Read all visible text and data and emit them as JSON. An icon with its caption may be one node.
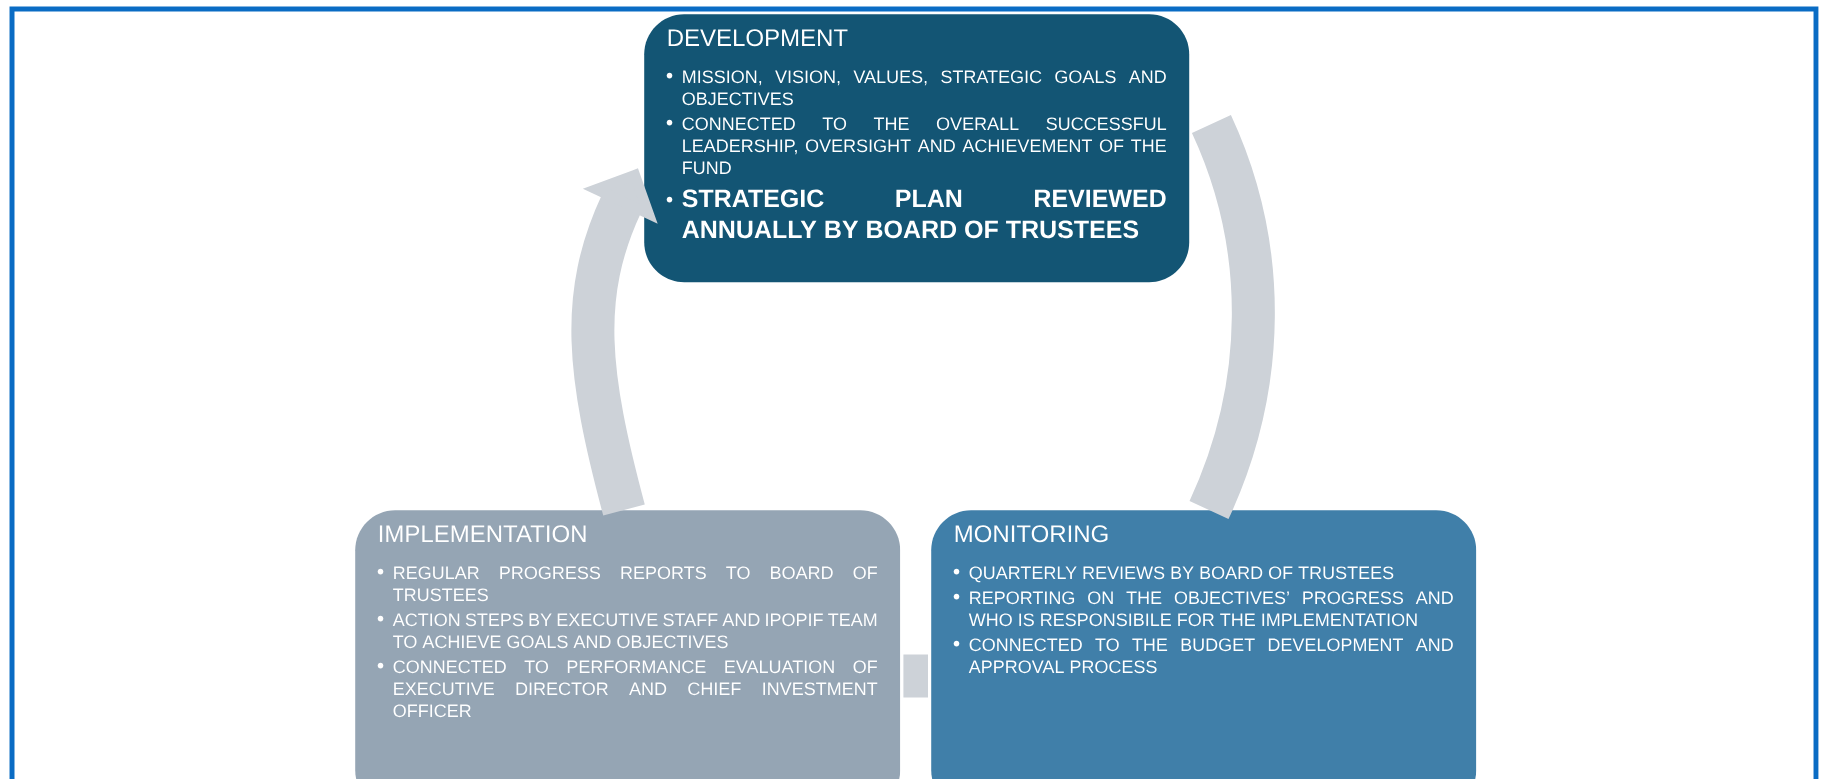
{
  "diagram": {
    "nodes": [
      {
        "text": [
          "DEVELOPMENT",
          "MISSION, VISION, VALUES, STRATEGIC GOALS AND OBJECTIVES",
          "CONNECTED TO THE OVERALL SUCCESSFUL LEADERSHIP, OVERSIGHT AND ACHIEVEMENT OF THE FUND",
          "STRATEGIC PLAN REVIEWED ANNUALLY BY BOARD OF TRUSTEES"
        ]
      },
      {
        "text": [
          "IMPLEMENTATION",
          "REGULAR PROGRESS REPORTS TO BOARD OF TRUSTEES",
          "ACTION STEPS BY EXECUTIVE STAFF AND IPOPIF TEAM TO ACHIEVE GOALS AND OBJECTIVES",
          "CONNECTED TO PERFORMANCE EVALUATION OF EXECUTIVE DIRECTOR AND CHIEF INVESTMENT OFFICER"
        ]
      },
      {
        "text": [
          "MONITORING",
          "QUARTERLY REVIEWS BY BOARD OF TRUSTEES",
          "REPORTING ON THE OBJECTIVES’ PROGRESS AND WHO IS RESPONSIBILE FOR THE IMPLEMENTATION",
          "CONNECTED TO THE BUDGET DEVELOPMENT AND APPROVAL PROCESS"
        ]
      }
    ],
    "edges": [
      {
        "from": 1,
        "to": 0,
        "arrow": "to"
      },
      {
        "from": 0,
        "to": 2,
        "arrow": "none"
      },
      {
        "from": 2,
        "to": 1,
        "arrow": "none"
      }
    ]
  }
}
